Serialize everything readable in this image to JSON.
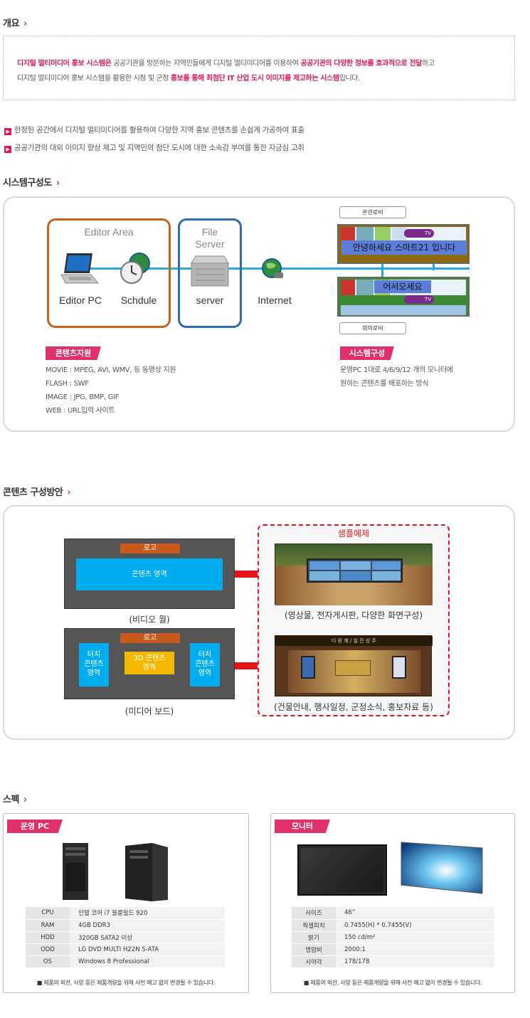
{
  "overview": {
    "title": "개요",
    "chevron": "›",
    "line1_highlight1": "디지털 멀티미디어 홍보 시스템은",
    "line1_plain": " 공공기관을 방문하는 지역민들에게 디지털 멀티미디어를 이용하여 ",
    "line1_highlight2": "공공기관의 다양한 정보를 효과적으로 전달",
    "line1_end": "하고",
    "line2_plain": "디지털 멀티미디어 홍보 시스템을 활용한 시정 및 군정 ",
    "line2_highlight": "홍보를 통해 최첨단 IT 산업 도시 이미지를 제고하는 시스템",
    "line2_end": "입니다.",
    "bullets": [
      "한정된 공간에서 디지털 멀티미디어를 활용하여 다양한 지역 홍보 콘텐츠를 손쉽게 가공하여 표출",
      "공공기관의 대외 이미지 향상 제고 및 지역민의 첨단 도시에 대한 소속감 부여를 통한 자긍심 고취"
    ]
  },
  "system": {
    "title": "시스템구성도",
    "chevron": "›",
    "editor_area": "Editor Area",
    "file_server_line1": "File",
    "file_server_line2": "Server",
    "editor_pc": "Editor PC",
    "schedule": "Schdule",
    "server": "server",
    "internet": "Internet",
    "lobby_top": "본관로비",
    "lobby_bottom": "회의로비",
    "screen_top_text": "안녕하세요 스마트21 입니다",
    "screen_bottom_text": "어서오세요",
    "tv_logo": "TV",
    "contents_tag": "콘텐츠지원",
    "contents_lines": [
      "MOVIE : MPEG, AVI, WMV, 등 동영상 지원",
      "FLASH : SWF",
      "IMAGE : JPG, BMP, GIF",
      "WEB : URL입력 사이트"
    ],
    "system_tag": "시스템구성",
    "system_lines": [
      "운영PC 1대로 4/6/9/12 개의 모니터에",
      "원하는 콘텐츠를 배포하는 방식"
    ],
    "colors": {
      "editor_border": "#c8601e",
      "server_border": "#2a6db5",
      "line": "#29a8e0",
      "accent": "#e0306e"
    }
  },
  "composition": {
    "title": "콘텐츠 구성방안",
    "chevron": "›",
    "logo_label": "로고",
    "video_wall_content": "콘텐츠 영역",
    "video_wall_caption": "(비디오 월)",
    "media_touch_left": "터치\n콘텐츠\n영역",
    "media_3d": "3D 콘텐츠\n영역",
    "media_touch_right": "터치\n콘텐츠\n영역",
    "media_board_caption": "(미디어 보드)",
    "sample_title": "샘플예제",
    "sample1_caption": "(영상물, 전자게시판, 다양한 화면구성)",
    "sample2_caption": "(건물안내, 행사일정, 군정소식, 홍보자료 등)",
    "sample2_sign": "다 랑 께 /  일 잔 성 주"
  },
  "spec": {
    "title": "스펙",
    "chevron": "›",
    "pc_tag": "운영 PC",
    "pc_rows": [
      {
        "k": "CPU",
        "v": "인텔 코어 i7 블룸필드 920"
      },
      {
        "k": "RAM",
        "v": "4GB DDR3"
      },
      {
        "k": "HDD",
        "v": "320GB SATA2 이상"
      },
      {
        "k": "ODD",
        "v": "LG DVD MULTI H22N S-ATA"
      },
      {
        "k": "OS",
        "v": "Windows 8 Professional"
      }
    ],
    "monitor_tag": "모니터",
    "monitor_rows": [
      {
        "k": "사이즈",
        "v": "46”"
      },
      {
        "k": "픽셀피치",
        "v": "0.7455(H) * 0.7455(V)"
      },
      {
        "k": "밝기",
        "v": "150 cd/m²"
      },
      {
        "k": "명암비",
        "v": "2000:1"
      },
      {
        "k": "시야각",
        "v": "178/178"
      }
    ],
    "note": "■  제품의 외관, 사양 등은 제품개량을 위해 사전 예고 없이 변경될 수 있습니다."
  }
}
